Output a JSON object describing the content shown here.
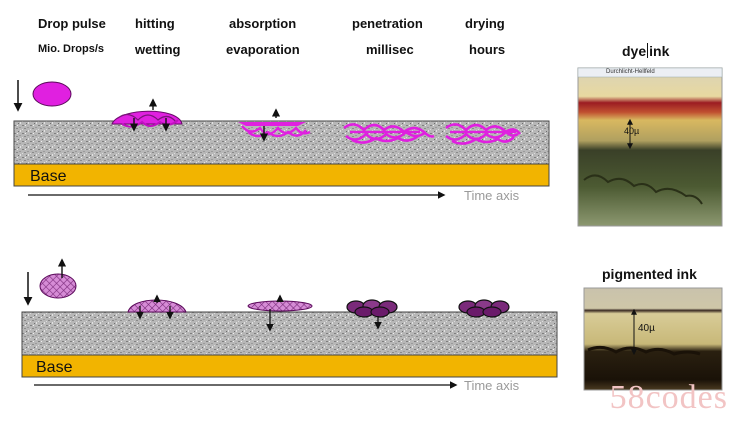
{
  "stages": [
    {
      "title": "Drop pulse",
      "subtitle": "Mio. Drops/s"
    },
    {
      "title": "hitting",
      "subtitle": "wetting"
    },
    {
      "title": "absorption",
      "subtitle": "evaporation"
    },
    {
      "title": "penetration",
      "subtitle": "millisec"
    },
    {
      "title": "drying",
      "subtitle": "hours"
    }
  ],
  "top_diagram": {
    "base_label": "Base",
    "axis_label": "Time axis"
  },
  "bottom_diagram": {
    "base_label": "Base",
    "axis_label": "Time axis"
  },
  "dye_panel": {
    "title_left": "dye",
    "title_right": "ink",
    "header_strip": "Durchlicht-Hellfeld",
    "measure": "40µ"
  },
  "pigment_panel": {
    "title": "pigmented ink",
    "measure": "40µ"
  },
  "watermark": "58codes",
  "colors": {
    "dye": "#e020e0",
    "pigment": "#a040a0",
    "base": "#f2b400"
  }
}
